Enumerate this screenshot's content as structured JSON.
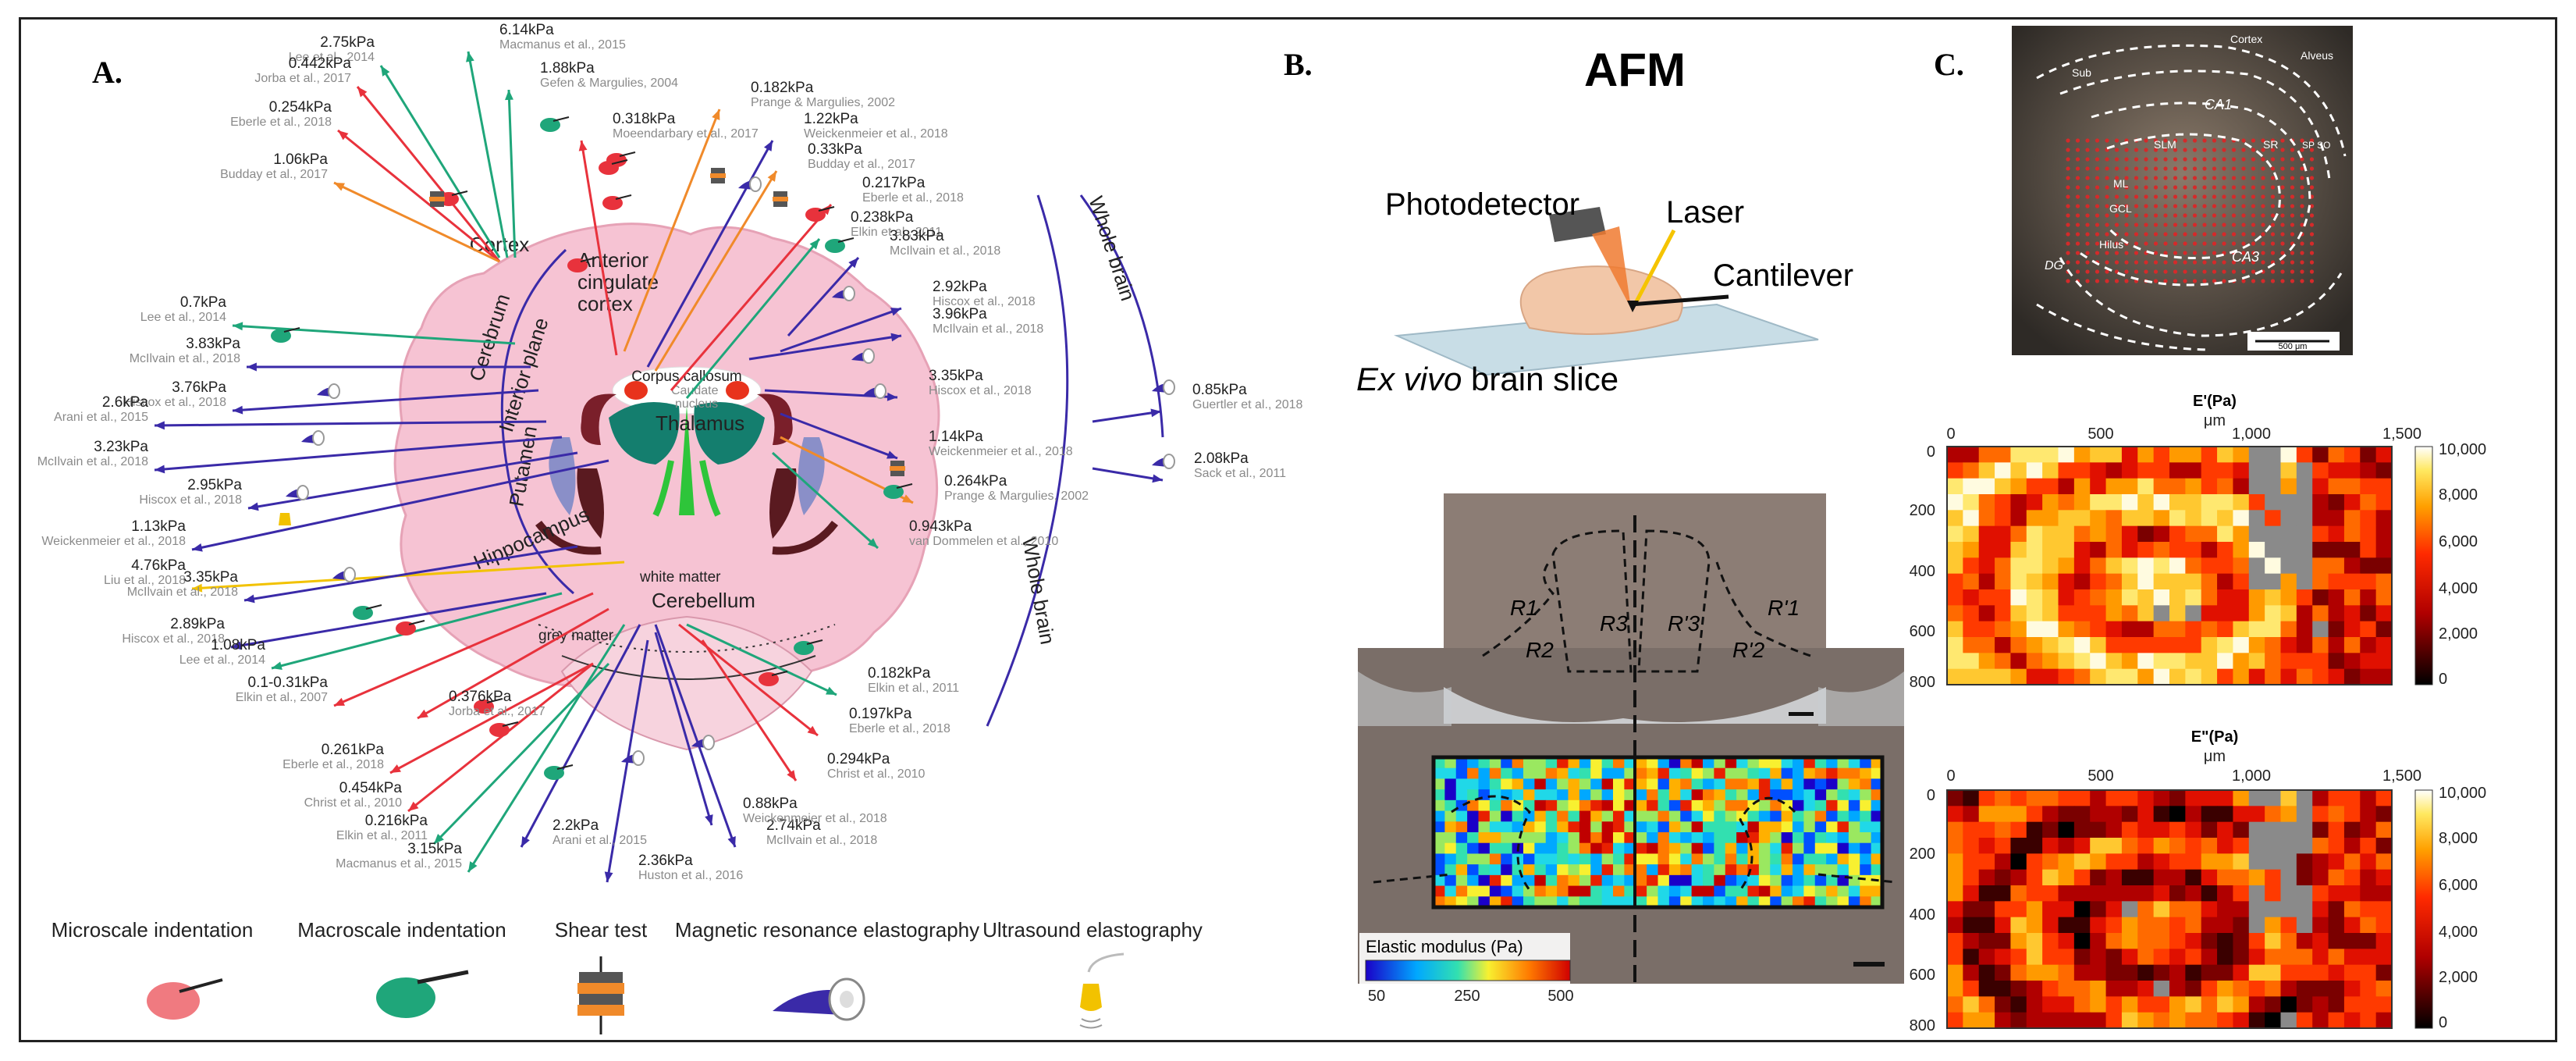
{
  "panels": {
    "a": "A.",
    "b": "B.",
    "c": "C."
  },
  "brain": {
    "regions": {
      "cortex": "Cortex",
      "anterior_cingulate": [
        "Anterior",
        "cingulate",
        "cortex"
      ],
      "cerebrum": "Cerebrum",
      "interior_plane": "Interior plane",
      "putamen": "Putamen",
      "hippocampus": "Hippocampus",
      "corpus_callosum": "Corpus callosum",
      "caudate": [
        "Caudate",
        "nucleus"
      ],
      "thalamus": "Thalamus",
      "white_matter": "white matter",
      "cerebellum": "Cerebellum",
      "grey_matter": "grey matter",
      "whole_brain_outer": "Whole brain",
      "whole_brain_inner": "Whole brain"
    },
    "measurements": [
      {
        "v": "6.14kPa",
        "r": "Macmanus et al., 2015",
        "m": "macro"
      },
      {
        "v": "2.75kPa",
        "r": "Lee et al., 2014",
        "m": "macro"
      },
      {
        "v": "1.88kPa",
        "r": "Gefen & Margulies, 2004",
        "m": "macro"
      },
      {
        "v": "0.442kPa",
        "r": "Jorba et al., 2017",
        "m": "micro"
      },
      {
        "v": "0.254kPa",
        "r": "Eberle et al., 2018",
        "m": "micro"
      },
      {
        "v": "1.06kPa",
        "r": "Budday et al., 2017",
        "m": "shear"
      },
      {
        "v": "0.182kPa",
        "r": "Prange & Margulies, 2002",
        "m": "shear"
      },
      {
        "v": "0.318kPa",
        "r": "Moeendarbary et al., 2017",
        "m": "micro"
      },
      {
        "v": "1.22kPa",
        "r": "Weickenmeier et al., 2018",
        "m": "mre"
      },
      {
        "v": "0.33kPa",
        "r": "Budday et al., 2017",
        "m": "shear"
      },
      {
        "v": "0.217kPa",
        "r": "Eberle et al., 2018",
        "m": "micro"
      },
      {
        "v": "0.238kPa",
        "r": "Elkin et al., 2011",
        "m": "macro"
      },
      {
        "v": "3.83kPa",
        "r": "McIlvain et al., 2018",
        "m": "mre"
      },
      {
        "v": "2.92kPa",
        "r": "Hiscox et al., 2018",
        "m": "mre"
      },
      {
        "v": "0.7kPa",
        "r": "Lee et al., 2014",
        "m": "macro"
      },
      {
        "v": "3.83kPa",
        "r": "McIlvain et al., 2018",
        "m": "mre"
      },
      {
        "v": "3.76kPa",
        "r": "Hiscox et al., 2018",
        "m": "mre"
      },
      {
        "v": "2.6kPa",
        "r": "Arani et al., 2015",
        "m": "mre"
      },
      {
        "v": "3.23kPa",
        "r": "McIlvain et al., 2018",
        "m": "mre"
      },
      {
        "v": "2.95kPa",
        "r": "Hiscox et al., 2018",
        "m": "mre"
      },
      {
        "v": "1.13kPa",
        "r": "Weickenmeier et al., 2018",
        "m": "mre"
      },
      {
        "v": "4.76kPa",
        "r": "Liu et al., 2018",
        "m": "us"
      },
      {
        "v": "3.35kPa",
        "r": "McIlvain et al., 2018",
        "m": "mre"
      },
      {
        "v": "2.89kPa",
        "r": "Hiscox et al., 2018",
        "m": "mre"
      },
      {
        "v": "1.08kPa",
        "r": "Lee et al., 2014",
        "m": "macro"
      },
      {
        "v": "0.1-0.31kPa",
        "r": "Elkin et al., 2007",
        "m": "micro"
      },
      {
        "v": "0.376kPa",
        "r": "Jorba et al., 2017",
        "m": "micro"
      },
      {
        "v": "3.96kPa",
        "r": "McIlvain et al., 2018",
        "m": "mre"
      },
      {
        "v": "3.35kPa",
        "r": "Hiscox et al., 2018",
        "m": "mre"
      },
      {
        "v": "1.14kPa",
        "r": "Weickenmeier et al., 2018",
        "m": "mre"
      },
      {
        "v": "0.264kPa",
        "r": "Prange & Margulies, 2002",
        "m": "shear"
      },
      {
        "v": "0.943kPa",
        "r": "van Dommelen et al., 2010",
        "m": "macro"
      },
      {
        "v": "0.85kPa",
        "r": "Guertler et al., 2018",
        "m": "mre"
      },
      {
        "v": "2.08kPa",
        "r": "Sack et al., 2011",
        "m": "mre"
      },
      {
        "v": "0.182kPa",
        "r": "Elkin et al., 2011",
        "m": "macro"
      },
      {
        "v": "0.197kPa",
        "r": "Eberle et al., 2018",
        "m": "micro"
      },
      {
        "v": "0.294kPa",
        "r": "Christ et al., 2010",
        "m": "micro"
      },
      {
        "v": "0.261kPa",
        "r": "Eberle et al., 2018",
        "m": "micro"
      },
      {
        "v": "0.454kPa",
        "r": "Christ et al., 2010",
        "m": "micro"
      },
      {
        "v": "0.216kPa",
        "r": "Elkin et al., 2011",
        "m": "macro"
      },
      {
        "v": "3.15kPa",
        "r": "Macmanus et al., 2015",
        "m": "macro"
      },
      {
        "v": "2.2kPa",
        "r": "Arani et al., 2015",
        "m": "mre"
      },
      {
        "v": "2.74kPa",
        "r": "McIlvain et al., 2018",
        "m": "mre"
      },
      {
        "v": "0.88kPa",
        "r": "Weickenmeier et al., 2018",
        "m": "mre"
      },
      {
        "v": "2.36kPa",
        "r": "Huston et al., 2016",
        "m": "mre"
      }
    ],
    "legend": [
      {
        "label": "Microscale indentation",
        "icon": "micro-indentation-icon"
      },
      {
        "label": "Macroscale indentation",
        "icon": "macro-indentation-icon"
      },
      {
        "label": "Shear test",
        "icon": "shear-test-icon"
      },
      {
        "label": "Magnetic resonance elastography",
        "icon": "mre-scanner-icon"
      },
      {
        "label": "Ultrasound elastography",
        "icon": "ultrasound-probe-icon"
      }
    ],
    "colors": {
      "micro": "#e8323c",
      "macro": "#1fa67a",
      "shear": "#f08a2a",
      "mre": "#3a2aa8",
      "us": "#f2c200"
    }
  },
  "afm": {
    "title": "AFM",
    "photodetector": "Photodetector",
    "laser": "Laser",
    "cantilever": "Cantilever",
    "slice_italic": "Ex vivo",
    "slice_rest": " brain slice",
    "regions": [
      "R1",
      "R2",
      "R3",
      "R'3",
      "R'2",
      "R'1"
    ],
    "colorbar": {
      "title": "Elastic modulus (Pa)",
      "ticks": [
        "50",
        "250",
        "500"
      ]
    }
  },
  "hippo": {
    "labels": [
      "Cortex",
      "Alveus",
      "Sub",
      "CA1",
      "SLM",
      "SR",
      "SP SO",
      "ML",
      "GCL",
      "Hilus",
      "CA3",
      "DG"
    ],
    "scale_bar": "500 μm"
  },
  "heatmaps": [
    {
      "title": "E'(Pa)",
      "xunit": "μm",
      "yunit": "μm",
      "xticks": [
        "0",
        "500",
        "1,000",
        "1,500"
      ],
      "yticks": [
        "0",
        "200",
        "400",
        "600",
        "800"
      ],
      "cbar_ticks": [
        "10,000",
        "8,000",
        "6,000",
        "4,000",
        "2,000",
        "0"
      ]
    },
    {
      "title": "E\"(Pa)",
      "xunit": "μm",
      "yunit": "μm",
      "xticks": [
        "0",
        "500",
        "1,000",
        "1,500"
      ],
      "yticks": [
        "0",
        "200",
        "400",
        "600",
        "800"
      ],
      "cbar_ticks": [
        "10,000",
        "8,000",
        "6,000",
        "4,000",
        "2,000",
        "0"
      ]
    }
  ]
}
